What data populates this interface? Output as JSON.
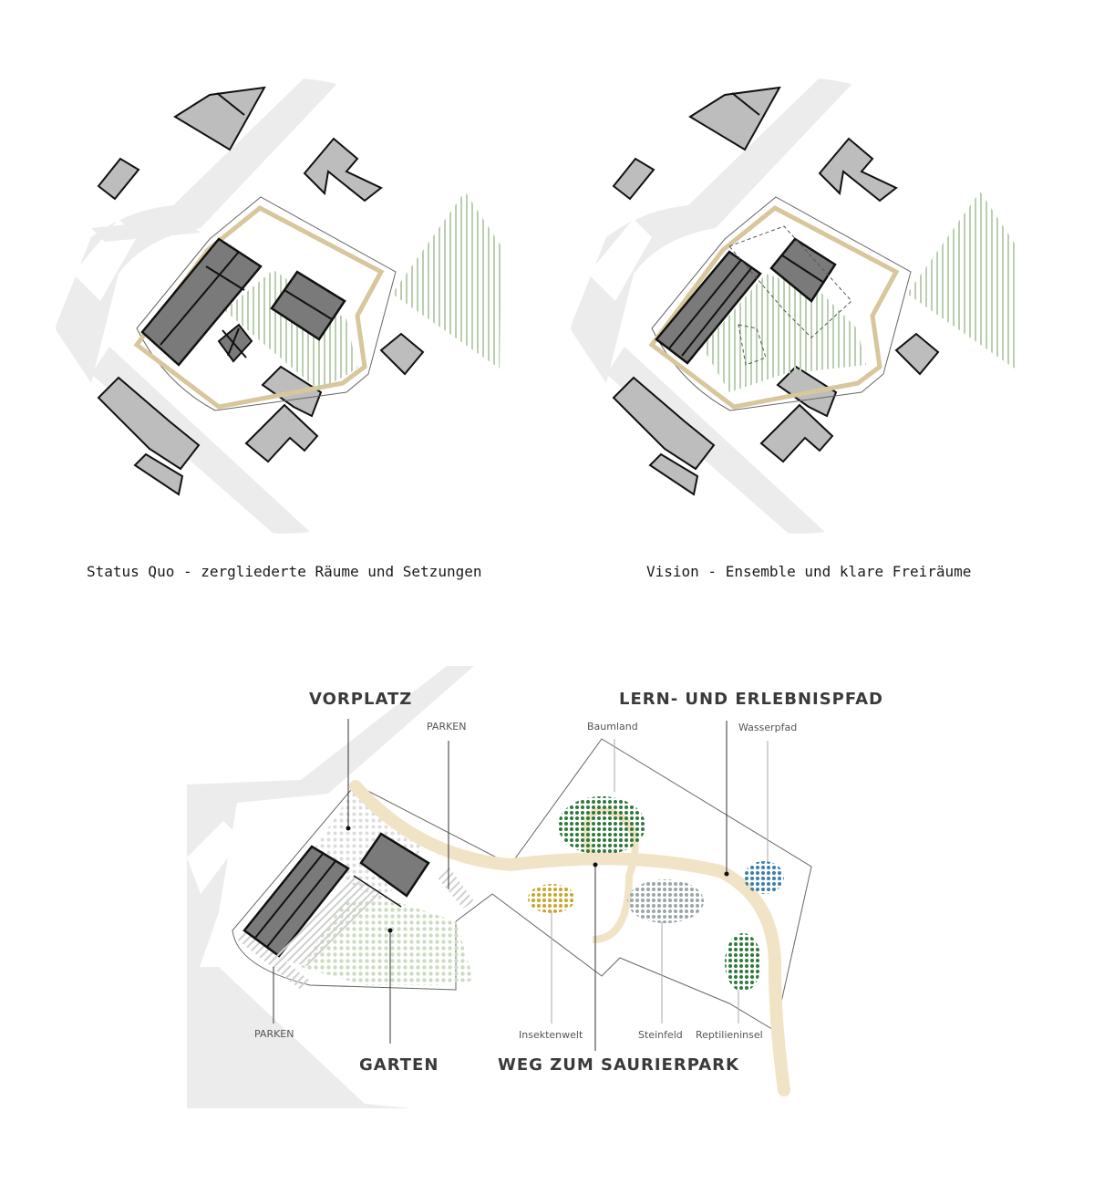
{
  "captions": {
    "status_quo": "Status Quo - zergliederte Räume und Setzungen",
    "vision": "Vision - Ensemble und klare Freiräume"
  },
  "plan_labels": {
    "vorplatz": "VORPLATZ",
    "lernpfad": "LERN- UND ERLEBNISPFAD",
    "garten": "GARTEN",
    "weg": "WEG ZUM SAURIERPARK",
    "parken_top": "PARKEN",
    "parken_bottom": "PARKEN",
    "baumland": "Baumland",
    "wasserpfad": "Wasserpfad",
    "insektenwelt": "Insektenwelt",
    "steinfeld": "Steinfeld",
    "reptilieninsel": "Reptilieninsel"
  },
  "colors": {
    "road": "#ececec",
    "neighbor_building": "#bdbdbd",
    "main_building": "#7a7a7a",
    "site_outline": "#d8c79c",
    "green_hatch": "#b9cfb0",
    "path": "#f1e3c6",
    "baumland": "#2f7a3a",
    "wasserpfad": "#3d7fa8",
    "insektenwelt": "#c9a52a",
    "steinfeld": "#9aa6a8",
    "reptilieninsel": "#2f7a3a",
    "garden_dots": "#c9d8bd"
  }
}
